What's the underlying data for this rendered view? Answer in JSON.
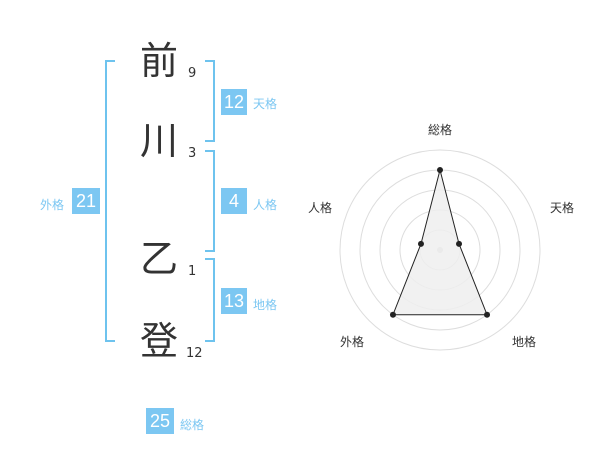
{
  "name": {
    "chars": [
      {
        "char": "前",
        "strokes": "9"
      },
      {
        "char": "川",
        "strokes": "3"
      },
      {
        "char": "乙",
        "strokes": "1"
      },
      {
        "char": "登",
        "strokes": "12"
      }
    ]
  },
  "fortune": {
    "tenkaku": {
      "value": "12",
      "label": "天格"
    },
    "jinkaku": {
      "value": "4",
      "label": "人格"
    },
    "chikaku": {
      "value": "13",
      "label": "地格"
    },
    "gaikaku": {
      "value": "21",
      "label": "外格"
    },
    "soukaku": {
      "value": "25",
      "label": "総格"
    }
  },
  "chart_data": {
    "type": "radar",
    "axes": [
      "総格",
      "天格",
      "地格",
      "外格",
      "人格"
    ],
    "values": [
      4,
      1,
      4,
      4,
      1
    ],
    "rmax": 5,
    "rings": 5,
    "colors": {
      "fill": "#efefef",
      "line": "#222222",
      "grid": "#dddddd"
    }
  }
}
